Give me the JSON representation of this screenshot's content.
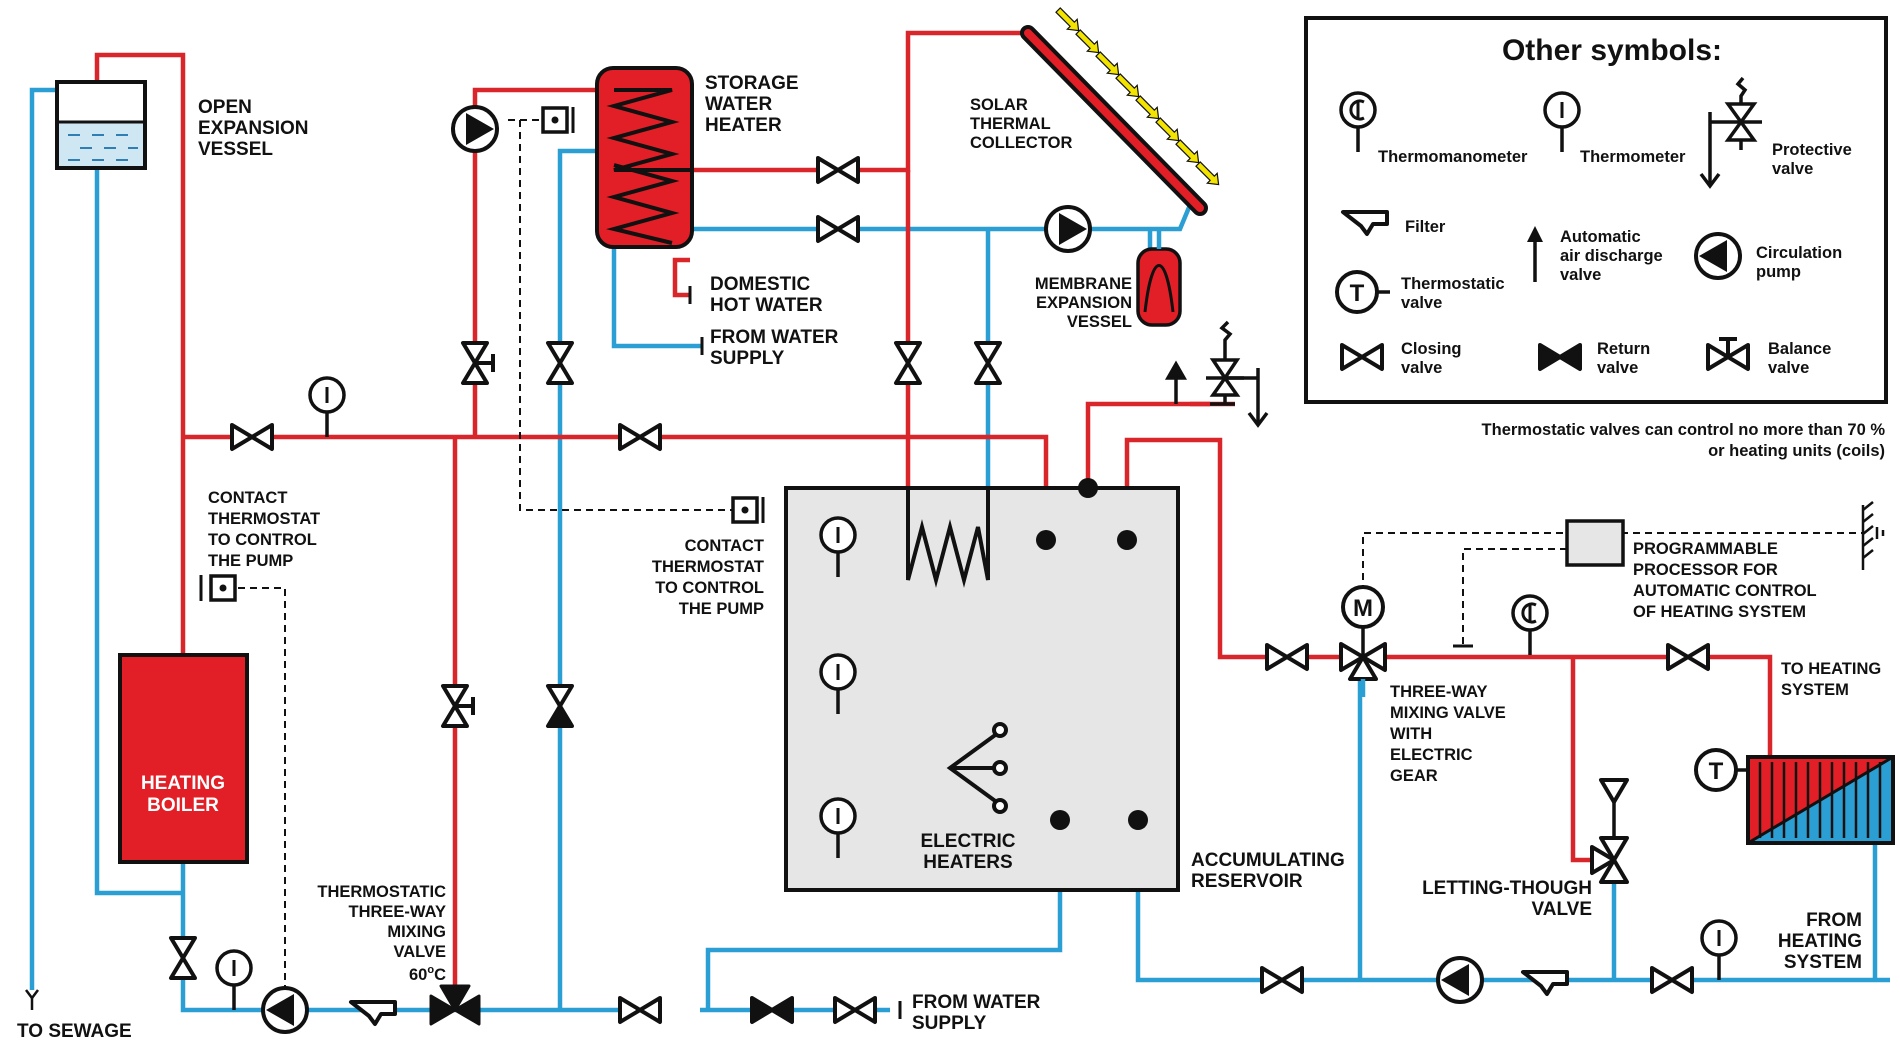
{
  "labels": {
    "open_expansion_vessel": [
      "OPEN",
      "EXPANSION",
      "VESSEL"
    ],
    "storage_water_heater": [
      "STORAGE",
      "WATER",
      "HEATER"
    ],
    "solar_thermal_collector": [
      "SOLAR",
      "THERMAL",
      "COLLECTOR"
    ],
    "domestic_hot_water": [
      "DOMESTIC",
      "HOT WATER"
    ],
    "from_water_supply_top": [
      "FROM WATER",
      "SUPPLY"
    ],
    "membrane_expansion_vessel": [
      "MEMBRANE",
      "EXPANSION",
      "VESSEL"
    ],
    "contact_thermostat_left": [
      "CONTACT",
      "THERMOSTAT",
      "TO CONTROL",
      "THE PUMP"
    ],
    "contact_thermostat_center": [
      "CONTACT",
      "THERMOSTAT",
      "TO CONTROL",
      "THE PUMP"
    ],
    "heating_boiler": [
      "HEATING",
      "BOILER"
    ],
    "to_sewage": "TO SEWAGE",
    "thermostatic_three_way": [
      "THERMOSTATIC",
      "THREE-WAY",
      "MIXING",
      "VALVE"
    ],
    "temp_value": "60",
    "temp_unit_deg": "o",
    "temp_unit_c": "C",
    "from_water_supply_bottom": [
      "FROM WATER",
      "SUPPLY"
    ],
    "electric_heaters": [
      "ELECTRIC",
      "HEATERS"
    ],
    "accumulating_reservoir": [
      "ACCUMULATING",
      "RESERVOIR"
    ],
    "three_way_mixing_gear": [
      "THREE-WAY",
      "MIXING VALVE",
      "WITH",
      "ELECTRIC",
      "GEAR"
    ],
    "motor_letter": "M",
    "programmable_processor": [
      "PROGRAMMABLE",
      "PROCESSOR FOR",
      "AUTOMATIC CONTROL",
      "OF HEATING SYSTEM"
    ],
    "to_heating_system": [
      "TO HEATING",
      "SYSTEM"
    ],
    "from_heating_system": [
      "FROM",
      "HEATING",
      "SYSTEM"
    ],
    "letting_through_valve": [
      "LETTING-THOUGH",
      "VALVE"
    ],
    "thermostatic_valve_letter": "T"
  },
  "legend": {
    "title": "Other symbols:",
    "items": {
      "thermomanometer": "Thermomanometer",
      "thermometer": "Thermometer",
      "protective_valve": [
        "Protective",
        "valve"
      ],
      "filter": "Filter",
      "automatic_air": [
        "Automatic",
        "air discharge",
        "valve"
      ],
      "circulation_pump": [
        "Circulation",
        "pump"
      ],
      "thermostatic_valve": [
        "Thermostatic",
        "valve"
      ],
      "closing_valve": [
        "Closing",
        "valve"
      ],
      "return_valve": [
        "Return",
        "valve"
      ],
      "balance_valve": [
        "Balance",
        "valve"
      ]
    },
    "thermostatic_letter": "T"
  },
  "note": [
    "Thermostatic valves can control no more than 70 %",
    "or heating units (coils)"
  ],
  "colors": {
    "hot_pipe": "#d9262b",
    "cold_pipe": "#2b9fd4",
    "equipment_red": "#e21f26",
    "reservoir_fill": "#e6e6e6",
    "water": "#cfe6f3",
    "solar_arrow": "#f2e300"
  }
}
